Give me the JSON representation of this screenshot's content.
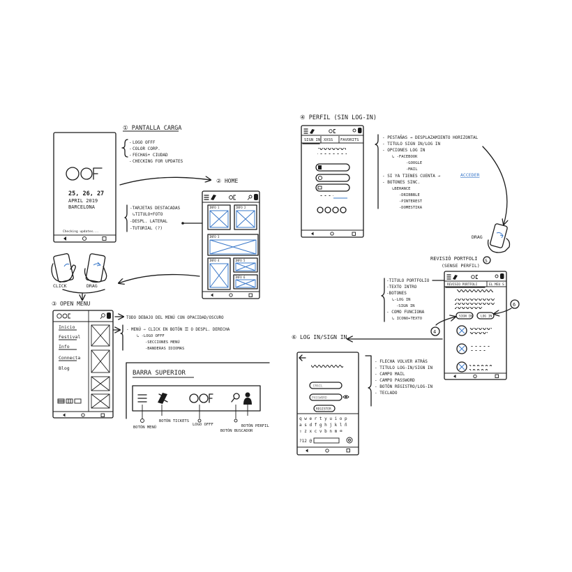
{
  "accent_color": "#3a78c9",
  "ink_color": "#1a1a1a",
  "sections": {
    "s1": {
      "title": "① PANTALLA CARGA",
      "dates": "25, 26, 27",
      "month": "APRIL 2019",
      "city": "BARCELONA",
      "status": "Checking updates...",
      "notes": [
        "LOGO OFFF",
        "COLOR CORP.",
        "FECHAS+ CIUDAD",
        "CHECKING FOR UPDATES"
      ]
    },
    "s2": {
      "title": "② HOME",
      "tiles": [
        "INFO 1",
        "INFO 2",
        "INFO 3",
        "INFO 4",
        "INFO 5",
        "INFO 6"
      ],
      "notes": [
        "-TARJETAS DESTACADAS",
        "↳TITULO+FOTO",
        "-DESPL. LATERAL",
        "-TUTORIAL (?)"
      ]
    },
    "gestures": {
      "click": "CLICK",
      "drag": "DRAG",
      "drag2": "DRAG"
    },
    "s3": {
      "title": "③ OPEN MENU",
      "menu_items": [
        "Inicio",
        "Festival",
        "Info",
        "Connecta",
        "Blog"
      ],
      "note_top": "TODO DEBAJO DEL MENÚ CON OPACIDAD/OSCURO",
      "notes": [
        "- MENÚ → CLICK EN BOTÓN ☰ O DESPL. DERECHA",
        "↳ -LOGO OFFF",
        "-SECCIONES MENÚ",
        "-BANDERAS IDIOMAS"
      ]
    },
    "bar": {
      "title": "BARRA SUPERIOR",
      "labels": [
        "BOTÓN MENÚ",
        "BOTÓN TICKETS",
        "LOGO OFFF",
        "BOTÓN BUSCADOR",
        "BOTÓN PERFIL"
      ]
    },
    "s4": {
      "title": "④ PERFIL (SIN LOG-IN)",
      "tabs": [
        "SIGN IN",
        "XXSS",
        "FAVORITS"
      ],
      "notes": [
        "- PESTAÑAS → DESPLAZAMIENTO HORIZONTAL",
        "- TITULO SIGN IN/LOG IN",
        "- OPCIONES LOG IN",
        "↳ -FACEBOOK",
        "-GOOGLE",
        "-MAIL",
        "- SI YA TIENES CUENTA →",
        "- BOTONES SINC.",
        "↳BEHANCE",
        "-DRIBBBLE",
        "-PINTEREST",
        "-DOMESTIKA"
      ],
      "link": "ACCEDER"
    },
    "s5": {
      "title": "REVISIÓ PORTFOLI",
      "subtitle": "(SENSE PERFIL)",
      "tabs": [
        "REVISIO PORTFOLI",
        "EL MEU S"
      ],
      "buttons": [
        "SIGN IN",
        "LOG IN"
      ],
      "notes": [
        "-TITULO PORTFOLIO",
        "-TEXTO INTRO",
        "-BOTONES",
        "↳-LOG IN",
        "-SIGN IN",
        "- COMO FUNCIONA",
        "↳ ICONO+TEXTO"
      ]
    },
    "s6": {
      "title": "⑥ LOG IN/SIGN IN",
      "email_placeholder": "EMAIL",
      "password_placeholder": "PASSWORD",
      "register": "REGISTER",
      "keys": [
        "q w e r t y u i o p",
        "a s d f g h j k l ñ",
        "⇧ z x c v b n m ⌫",
        "?12  @"
      ],
      "notes": [
        "- FLECHA VOLVER ATRÁS",
        "- TITULO LOG-IN/SIGN IN",
        "- CAMPO MAIL",
        "- CAMPO PASSWORD",
        "- BOTÓN REGISTRO/LOG-IN",
        "- TECLADO"
      ]
    }
  }
}
